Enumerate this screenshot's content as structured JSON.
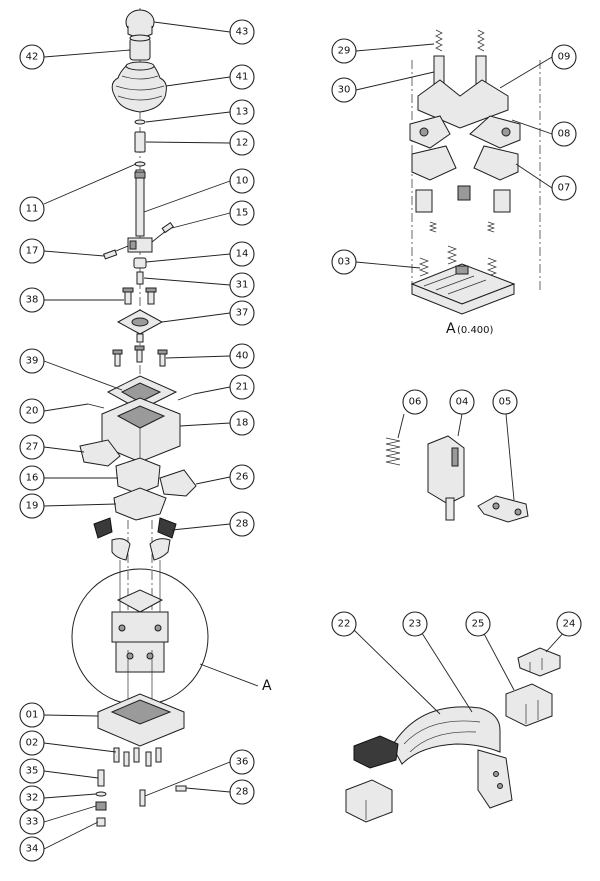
{
  "callouts": {
    "c43": "43",
    "c42": "42",
    "c41": "41",
    "c13": "13",
    "c12": "12",
    "c11": "11",
    "c10": "10",
    "c15": "15",
    "c17": "17",
    "c14": "14",
    "c31": "31",
    "c38": "38",
    "c37": "37",
    "c39": "39",
    "c40": "40",
    "c21": "21",
    "c20": "20",
    "c18": "18",
    "c27": "27",
    "c16": "16",
    "c26": "26",
    "c19": "19",
    "c28a": "28",
    "c01": "01",
    "c02": "02",
    "c35": "35",
    "c32": "32",
    "c33": "33",
    "c34": "34",
    "c36": "36",
    "c28b": "28",
    "c29": "29",
    "c30": "30",
    "c09": "09",
    "c08": "08",
    "c07": "07",
    "c03": "03",
    "c06": "06",
    "c04": "04",
    "c05": "05",
    "c22": "22",
    "c23": "23",
    "c25": "25",
    "c24": "24"
  },
  "detail": {
    "pointer_label": "A",
    "title_letter": "A",
    "title_scale": "(0.400)"
  }
}
